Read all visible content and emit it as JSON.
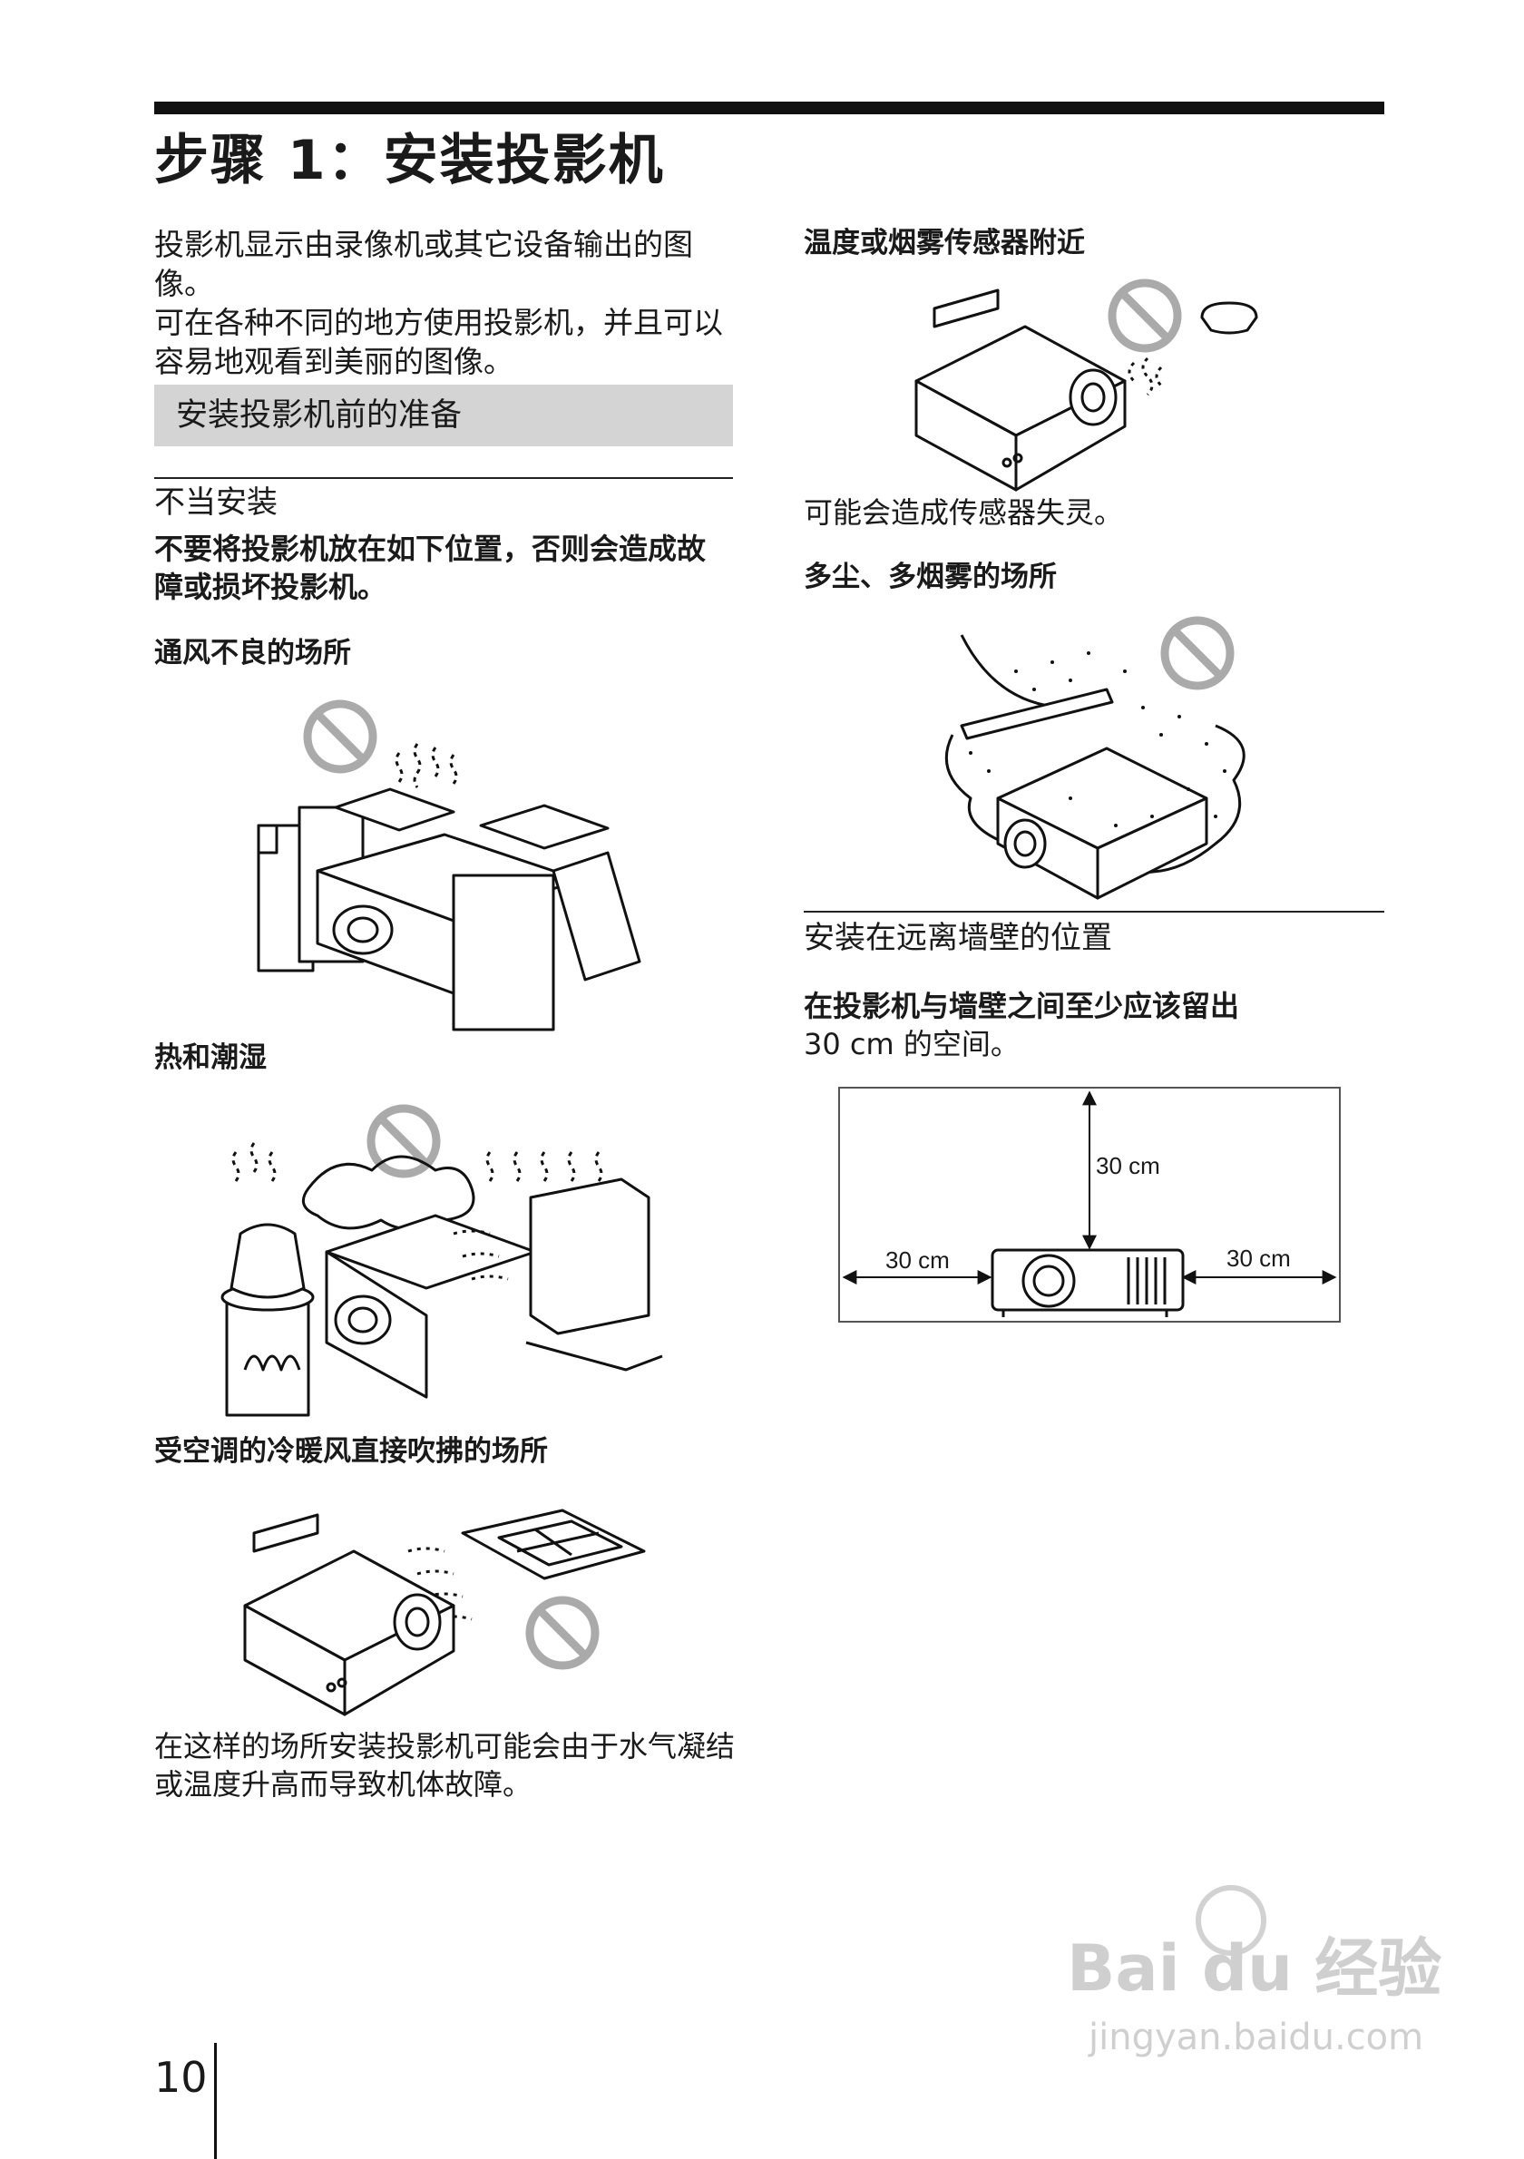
{
  "page": {
    "title": "步骤 1：安装投影机",
    "page_number": "10"
  },
  "intro": {
    "para1": "投影机显示由录像机或其它设备输出的图像。",
    "para2": "可在各种不同的地方使用投影机，并且可以容易地观看到美丽的图像。"
  },
  "section": {
    "title": "安装投影机前的准备"
  },
  "improper": {
    "heading": "不当安装",
    "warning": "不要将投影机放在如下位置，否则会造成故障或损坏投影机。",
    "poor_ventilation": "通风不良的场所",
    "heat_humidity": "热和潮湿",
    "air_conditioner": "受空调的冷暖风直接吹拂的场所",
    "condensation_note": "在这样的场所安装投影机可能会由于水气凝结或温度升高而导致机体故障。",
    "sensor": "温度或烟雾传感器附近",
    "sensor_note": "可能会造成传感器失灵。",
    "dusty": "多尘、多烟雾的场所"
  },
  "wall": {
    "heading": "安装在远离墙壁的位置",
    "text_line1": "在投影机与墙壁之间至少应该留出",
    "text_line2": "30 cm 的空间。",
    "label_top": "30 cm",
    "label_left": "30 cm",
    "label_right": "30 cm"
  },
  "watermark": {
    "brand": "Bai du 经验",
    "url": "jingyan.baidu.com"
  },
  "icons": {
    "prohibit": "prohibition-icon",
    "projector": "projector-icon"
  },
  "colors": {
    "section_bar": "#d4d4d4",
    "prohibit_symbol": "#aaaaaa",
    "text": "#1a1a1a"
  }
}
